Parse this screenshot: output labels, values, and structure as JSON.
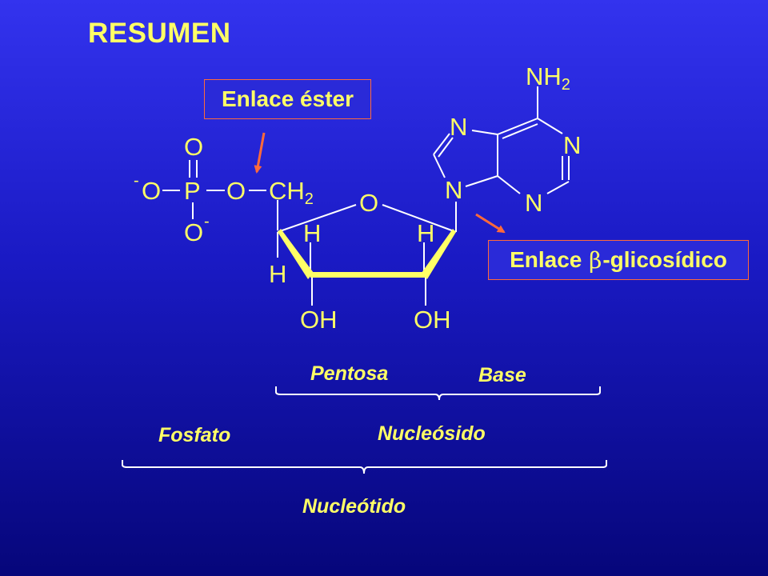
{
  "title": "RESUMEN",
  "callouts": {
    "ester": "Enlace éster",
    "glyco_prefix": "Enlace ",
    "glyco_beta": "β",
    "glyco_suffix": "-glicosídico"
  },
  "atoms": {
    "nh": "NH",
    "sub2": "2",
    "n": "N",
    "o": "O",
    "p": "P",
    "ch": "CH",
    "h": "H",
    "oh": "OH",
    "minus": "-"
  },
  "labels": {
    "pentosa": "Pentosa",
    "base": "Base",
    "fosfato": "Fosfato",
    "nucleosido": "Nucleósido",
    "nucleotido": "Nucleótido"
  },
  "colors": {
    "text": "#ffff66",
    "arrow": "#ff6a3a",
    "bond": "#ffffff"
  }
}
